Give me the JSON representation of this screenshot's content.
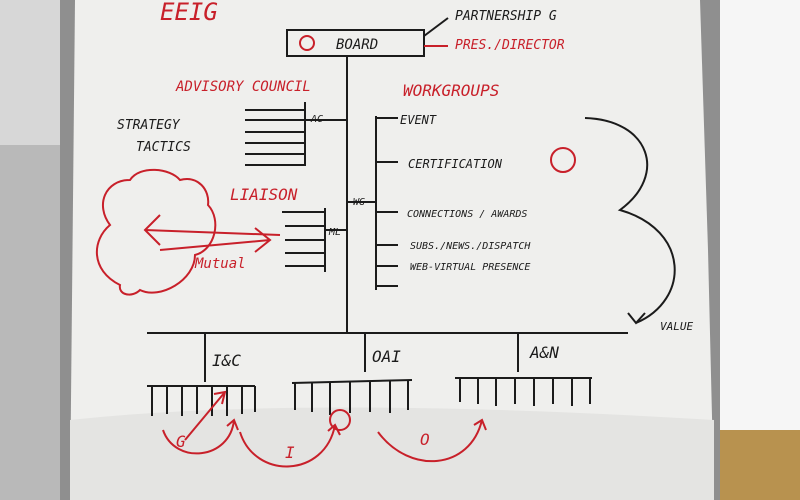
{
  "photo": {
    "subject": "flipchart-org-diagram",
    "colors": {
      "paper": "#efefed",
      "wall": "#b9b9b9",
      "right_light": "#f7f7f7",
      "marker_black": "#1b1b1b",
      "marker_red": "#c8202a",
      "frame": "#8f8f8f"
    }
  },
  "labels": {
    "title": "EEIG",
    "board": "BOARD",
    "board_side_1": "PARTNERSHIP G",
    "board_side_2": "PRES./DIRECTOR",
    "advisory": "ADVISORY COUNCIL",
    "ac": "AC",
    "strategy": "STRATEGY",
    "tactics": "TACTICS",
    "liaison": "LIAISON",
    "ml": "ML",
    "mutual": "Mutual",
    "wg": "WG",
    "workgroups": "WORKGROUPS",
    "event": "EVENT",
    "certification": "CERTIFICATION",
    "connections": "CONNECTIONS / AWARDS",
    "subs": "SUBS./NEWS./DISPATCH",
    "web": "WEB-VIRTUAL PRESENCE",
    "bottom_right": "VALUE",
    "ic": "I&C",
    "oai": "OAI",
    "an": "A&N",
    "g": "G",
    "i": "I",
    "o": "O"
  }
}
